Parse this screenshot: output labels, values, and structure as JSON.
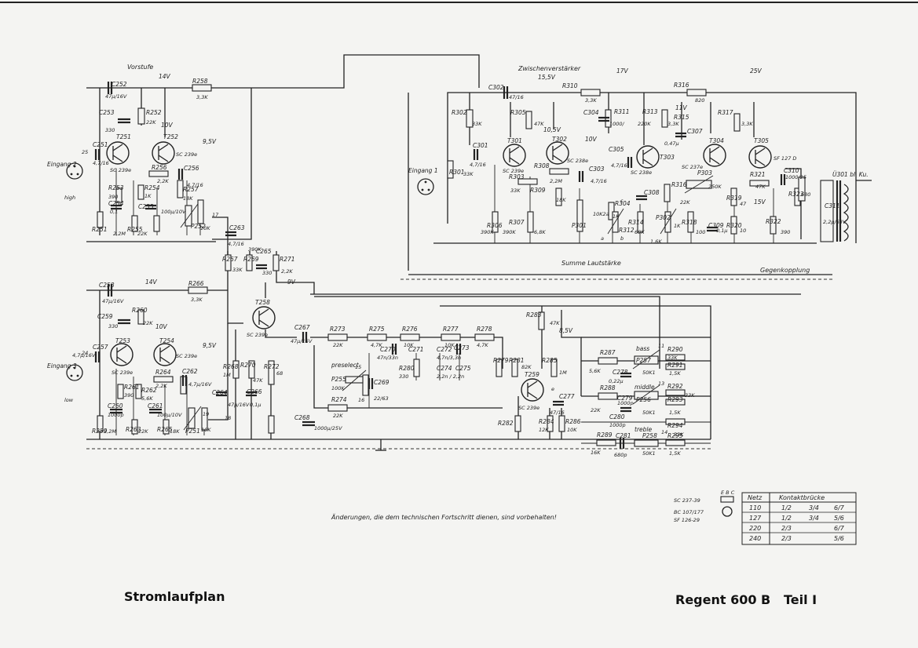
{
  "titles": {
    "left": "Stromlaufplan",
    "right": "Regent 600 B   Teil I",
    "note": "Änderungen, die dem technischen Fortschritt dienen, sind vorbehalten!"
  },
  "sections": {
    "vorstufe": "Vorstufe",
    "zwischen": "Zwischenverstärker",
    "summe": "Summe Lautstärke",
    "gegen": "Gegenkopplung",
    "preselect": "preselect",
    "bass": "bass",
    "middle": "middle",
    "treble": "treble"
  },
  "inputs": {
    "in1": "Eingang 1",
    "in2": "Eingang 2",
    "in3": "Eingang 3",
    "high": "high",
    "low": "low",
    "out": "Ü301 bl. Ku."
  },
  "voltages": {
    "v14a": "14V",
    "v10a": "10V",
    "v95a": "9,5V",
    "v14b": "14V",
    "v10b": "10V",
    "v95b": "9,5V",
    "v17": "17V",
    "v25": "25V",
    "v155": "15,5V",
    "v105": "10,5V",
    "v10c": "10V",
    "v11": "11V",
    "v9": "9V",
    "v85": "8,5V",
    "v15": "15V"
  },
  "transistors": {
    "t251": "T251",
    "t251t": "SC 239e",
    "t252": "T252",
    "t252t": "SC 239e",
    "t253": "T253",
    "t253t": "SC 239e",
    "t254": "T254",
    "t254t": "SC 239e",
    "t258": "T258",
    "t258t": "SC 239e",
    "t259": "T259",
    "t259t": "SC 239e",
    "t301": "T301",
    "t301t": "SC 239e",
    "t302": "T302",
    "t302t": "SC 238e",
    "t303": "T303",
    "t303t": "SC 238e",
    "t304": "T304",
    "t304t": "SC 237e",
    "t305": "T305",
    "t305t": "SF 127 D"
  },
  "parts": {
    "c252": "C252",
    "c252v": "47µ/16V",
    "r258": "R258",
    "r258v": "3,3K",
    "c253": "C253",
    "c253v": "330",
    "r252": "R252",
    "r252v": "22K",
    "c251": "C251",
    "c251v": "4,7/16",
    "r256": "R256",
    "r256v": "2,2K",
    "c256": "C256",
    "c256v": "4,7/16",
    "r253": "R253",
    "r253v": "390",
    "r254": "R254",
    "r254v": "1K",
    "c254": "C254",
    "c254v": "0,1",
    "c255": "C255",
    "c255v": "100µ/10V",
    "r251": "R251",
    "r251v": "2,2M",
    "r255": "R255",
    "r255v": "22K",
    "r257": "R257",
    "r257v": "18K",
    "p252": "P252",
    "p252v": "10K",
    "c263": "C263",
    "c263v": "4,7/16",
    "r267": "R267",
    "r267v": "33K",
    "r269": "R269",
    "r269v": "390K",
    "c265": "C265",
    "c265v": "330",
    "r271": "R271",
    "r271v": "2,2K",
    "c258": "C258",
    "c258v": "47µ/16V",
    "r266": "R266",
    "r266v": "3,3K",
    "c259": "C259",
    "c259v": "330",
    "r260": "R260",
    "r260v": "22K",
    "c257": "C257",
    "c257v": "4,7µ/16V",
    "r264": "R264",
    "r264v": "2,2K",
    "c262": "C262",
    "c262v": "4,7µ/16V",
    "r261": "R261",
    "r261v": "390",
    "r262": "R262",
    "r262v": "5,6K",
    "c260": "C260",
    "c260v": "1000p",
    "c261": "C261",
    "c261v": "100µ/10V",
    "r259": "R259",
    "r259v": "2,2M",
    "r263": "R263",
    "r263v": "22K",
    "r265": "R265",
    "r265v": "18K",
    "p251": "P251",
    "p251v": "10K",
    "c264": "C264",
    "c264v": "47µ/16V",
    "r268": "R268",
    "r268v": "1M",
    "r270": "R270",
    "r270v": "47K",
    "c266": "C266",
    "c266v": "0,1µ",
    "r272": "R272",
    "r272v": "68",
    "c268": "C268",
    "c268v": "1000µ/25V",
    "c267": "C267",
    "c267v": "47µ/16V",
    "r273": "R273",
    "r273v": "22K",
    "r275": "R275",
    "r275v": "4,7K",
    "r276": "R276",
    "r276v": "10K",
    "r277": "R277",
    "r277v": "10K",
    "r278": "R278",
    "r278v": "4,7K",
    "c270": "C270",
    "c270v": "47n/33n",
    "c271": "C271",
    "r280": "R280",
    "r280v": "330",
    "c272": "C272",
    "c272v": "4,7n/3,3n",
    "c273": "C273",
    "c274": "C274",
    "c275": "C275",
    "c274v": "2,2n / 2,2n",
    "p255": "P255",
    "p255v": "100K",
    "c269": "C269",
    "c269v": "22/63",
    "r274": "R274",
    "r274v": "22K",
    "r279": "R279",
    "r281": "R281",
    "r281v": "82K",
    "r283": "R283",
    "r283v": "47K",
    "r285": "R285",
    "r285v": "1M",
    "r282": "R282",
    "r284": "R284",
    "r284v": "12K",
    "r286": "R286",
    "r286v": "10K",
    "c277": "C277",
    "c277v": "47/16",
    "r287": "R287",
    "r287v": "5,6K",
    "c278": "C278",
    "c278v": "0,22µ",
    "p257": "P257",
    "p257v": "50K1",
    "r290": "R290",
    "r290v": "33K",
    "r291": "R291",
    "r291v": "1,5K",
    "r288": "R288",
    "r288v": "22K",
    "c279": "C279",
    "c279v": "1000p",
    "p256": "P256",
    "p256v": "50K1",
    "c280": "C280",
    "c280v": "1000p",
    "r292": "R292",
    "r292v": "33K",
    "r293": "R293",
    "r293v": "1,5K",
    "r294": "R294",
    "r294v": "33K",
    "r289": "R289",
    "r289v": "16K",
    "c281": "C281",
    "c281v": "680p",
    "p258": "P258",
    "p258v": "50K1",
    "r295": "R295",
    "r295v": "1,5K",
    "c302": "C302",
    "c302v": "47/16",
    "r310": "R310",
    "r310v": "3,3K",
    "r316": "R316",
    "r316v": "820",
    "r302": "R302",
    "r302v": "33K",
    "r305": "R305",
    "r305v": "47K",
    "c301": "C301",
    "c301v": "4,7/16",
    "r301": "R301",
    "r301v": "33K",
    "r303": "R303",
    "r303v": "33K",
    "r308": "R308",
    "r308v": "2,2M",
    "c303": "C303",
    "c303v": "4,7/16",
    "r309": "R309",
    "r309v": "18K",
    "c304": "C304",
    "c304v": "1000/",
    "r311": "R311",
    "r313": "R313",
    "r313v": "220K",
    "r315": "R315",
    "r315v": "3,3K",
    "c307": "C307",
    "c307v": "0,47µ",
    "r317": "R317",
    "r317v": "3,3K",
    "c305": "C305",
    "c305v": "4,7/16",
    "p303": "P303",
    "p303v": "250K",
    "r321": "R321",
    "r321v": "47K",
    "c310": "C310",
    "c310v": "1000/25",
    "r304": "R304",
    "r306": "R306",
    "r306v": "390K",
    "r307": "R307",
    "r307v": "390K",
    "r3xx": "6,8K",
    "p301": "P301",
    "p301v": "10K2a",
    "r312": "R312",
    "r312v": "1K",
    "r314": "R314",
    "r314v": "68K",
    "c308": "C308",
    "r316b": "R316",
    "r316bv": "22K",
    "p302": "P302",
    "p302v": "1K",
    "r318": "R318",
    "r318v": "100",
    "c309": "C309",
    "c309v": "0,1µ",
    "r320": "R320",
    "r320v": "10",
    "r319": "R319",
    "r319v": "47",
    "r322": "R322",
    "r322v": "390",
    "r323": "R323",
    "r323v": "680",
    "c311": "C311",
    "c311v": "2,2µ/63V",
    "v16k": "1,6K",
    "n11": "11",
    "n13": "13",
    "n15": "15",
    "n16": "16",
    "n17": "17",
    "n18": "18",
    "n19": "19",
    "n24": "24",
    "n25": "25",
    "n14": "14",
    "pa": "a",
    "pc": "c",
    "pb": "b",
    "pe": "e"
  },
  "pinout": {
    "rows": [
      {
        "type": "SC 237-39",
        "pins": "E B C"
      },
      {
        "type": "BC 107/177",
        "pins": ""
      },
      {
        "type": "SF 126-29",
        "pins": ""
      }
    ]
  },
  "table": {
    "headers": [
      "Netz",
      "Kontaktbrücke"
    ],
    "rows": [
      [
        "110",
        "1/2",
        "3/4",
        "6/7"
      ],
      [
        "127",
        "1/2",
        "3/4",
        "5/6"
      ],
      [
        "220",
        "2/3",
        "",
        "6/7"
      ],
      [
        "240",
        "2/3",
        "",
        "5/6"
      ]
    ]
  }
}
